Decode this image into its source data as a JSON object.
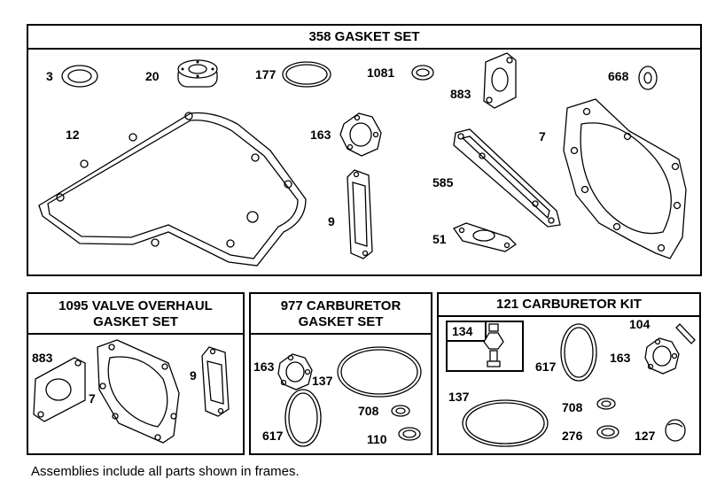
{
  "sections": {
    "gasket_set": {
      "title": "358 GASKET SET"
    },
    "valve_overhaul": {
      "title_line1": "1095 VALVE OVERHAUL",
      "title_line2": "GASKET SET"
    },
    "carb_gasket": {
      "title_line1": "977 CARBURETOR",
      "title_line2": "GASKET SET"
    },
    "carb_kit": {
      "title": "121 CARBURETOR KIT"
    }
  },
  "parts": {
    "p3": "3",
    "p20": "20",
    "p177": "177",
    "p1081": "1081",
    "p883": "883",
    "p668": "668",
    "p12": "12",
    "p163": "163",
    "p7": "7",
    "p585": "585",
    "p9": "9",
    "p51": "51",
    "v883": "883",
    "v7": "7",
    "v9": "9",
    "c163": "163",
    "c137": "137",
    "c617": "617",
    "c708": "708",
    "c110": "110",
    "k134": "134",
    "k104": "104",
    "k617": "617",
    "k163": "163",
    "k137": "137",
    "k708": "708",
    "k276": "276",
    "k127": "127"
  },
  "footnote": "Assemblies include all parts shown in frames."
}
